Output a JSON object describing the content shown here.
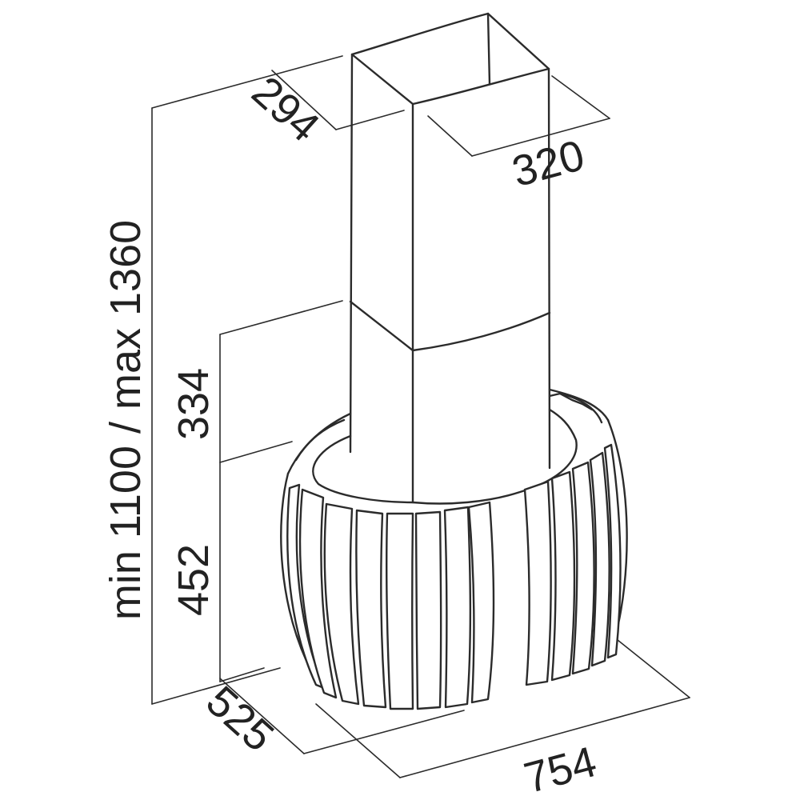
{
  "diagram": {
    "dimensions": {
      "duct_depth": "294",
      "duct_width": "320",
      "total_height": "min 1100 / max 1360",
      "lower_duct_height": "334",
      "body_height": "452",
      "body_depth": "525",
      "body_width": "754"
    },
    "colors": {
      "line": "#2b2b2b",
      "background": "#ffffff"
    }
  }
}
